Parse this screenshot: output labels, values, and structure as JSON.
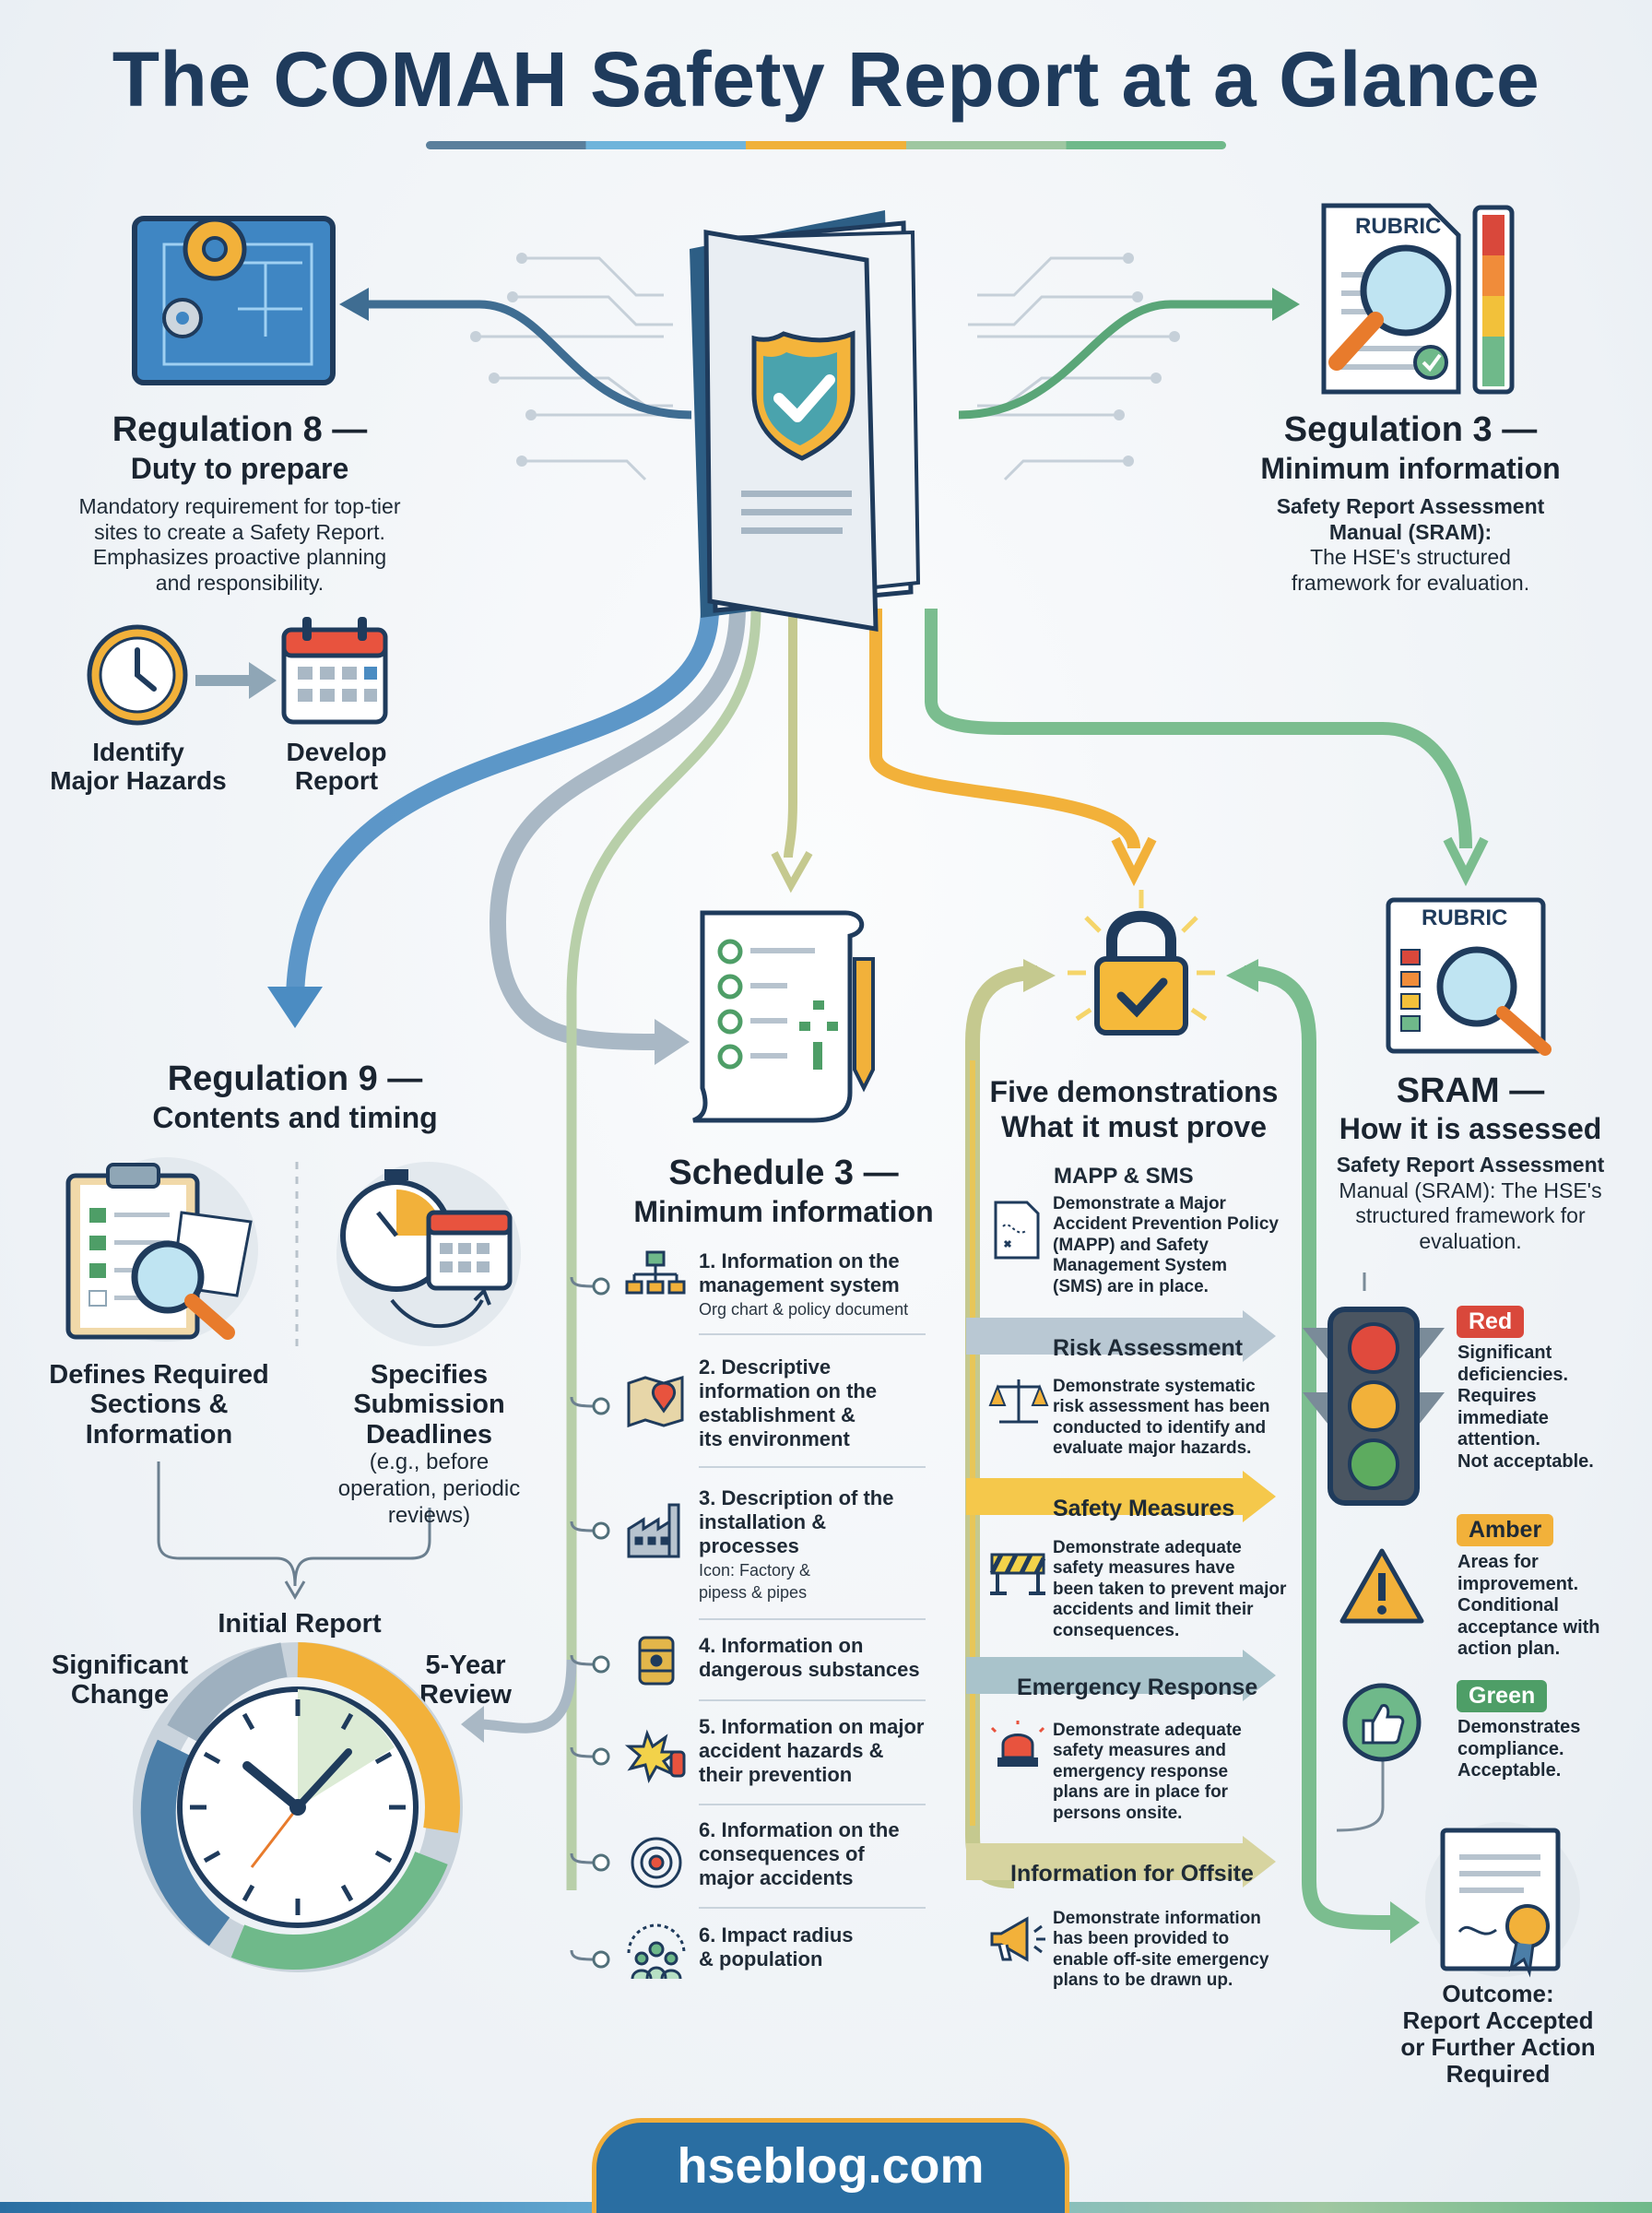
{
  "title": "The COMAH Safety Report at a Glance",
  "top_left": {
    "heading": "Regulation 8 —",
    "subheading": "Duty to prepare",
    "body": [
      "Mandatory requirement for top-tier",
      "sites to create a Safety Report.",
      "Emphasizes proactive planning",
      "and responsibility."
    ],
    "steps": [
      {
        "icon": "clock-icon",
        "label": [
          "Identify",
          "Major Hazards"
        ]
      },
      {
        "icon": "calendar-icon",
        "label": [
          "Develop",
          "Report"
        ]
      }
    ]
  },
  "top_right": {
    "rubric_label": "RUBRIC",
    "heading": "Segulation 3 —",
    "subheading": "Minimum information",
    "body_bold": [
      "Safety Report Assessment",
      "Manual (SRAM):"
    ],
    "body": [
      "The HSE's structured",
      "framework for evaluation."
    ]
  },
  "reg9": {
    "heading": "Regulation 9 —",
    "subheading": "Contents and timing",
    "left_label": [
      "Defines Required",
      "Sections &",
      "Information"
    ],
    "right_label": [
      "Specifies",
      "Submission",
      "Deadlines"
    ],
    "right_note": [
      "(e.g., before",
      "operation, periodic",
      "reviews)"
    ],
    "cycle": {
      "top": "Initial Report",
      "left": [
        "Significant",
        "Change"
      ],
      "right": [
        "5-Year",
        "Review"
      ]
    }
  },
  "schedule3": {
    "heading": "Schedule 3 —",
    "subheading": "Minimum information",
    "items": [
      {
        "icon": "org-chart-icon",
        "title": [
          "1. Information on the",
          "management system"
        ],
        "note": [
          "Org chart & policy document"
        ]
      },
      {
        "icon": "map-pin-icon",
        "title": [
          "2. Descriptive",
          "information on the",
          "establishment &",
          "its environment"
        ],
        "note": []
      },
      {
        "icon": "factory-icon",
        "title": [
          "3. Description of the",
          "installation &",
          "processes"
        ],
        "note": [
          "Icon: Factory &",
          "pipess & pipes"
        ]
      },
      {
        "icon": "barrel-icon",
        "title": [
          "4. Information on",
          "dangerous substances"
        ],
        "note": []
      },
      {
        "icon": "explosion-icon",
        "title": [
          "5. Information on major",
          "accident hazards &",
          "their prevention"
        ],
        "note": []
      },
      {
        "icon": "target-icon",
        "title": [
          "6. Information on the",
          "consequences of",
          "major accidents"
        ],
        "note": []
      },
      {
        "icon": "population-icon",
        "title": [
          "6. Impact radius",
          "& population"
        ],
        "note": []
      }
    ]
  },
  "demonstrations": {
    "heading": "Five demonstrations",
    "subheading": "What it must prove",
    "items": [
      {
        "label": "MAPP & SMS",
        "icon": "map-document-icon",
        "text": [
          "Demonstrate a Major",
          "Accident Prevention Policy",
          "(MAPP) and Safety",
          "Management System",
          "(SMS) are in place."
        ]
      },
      {
        "label": "Risk Assessment",
        "icon": "scales-icon",
        "text": [
          "Demonstrate systematic",
          "risk assessment has been",
          "conducted to identify and",
          "evaluate major hazards."
        ]
      },
      {
        "label": "Safety Measures",
        "icon": "barrier-icon",
        "text": [
          "Demonstrate adequate",
          "safety measures have",
          "been taken to prevent major",
          "accidents and limit their",
          "consequences."
        ]
      },
      {
        "label": "Emergency Response",
        "icon": "siren-icon",
        "text": [
          "Demonstrate adequate",
          "safety measures and",
          "emergency response",
          "plans are in place for",
          "persons onsite."
        ]
      },
      {
        "label": "Information for Offsite",
        "icon": "megaphone-icon",
        "text": [
          "Demonstrate information",
          "has been provided to",
          "enable off-site emergency",
          "plans to be drawn up."
        ]
      }
    ]
  },
  "sram": {
    "rubric_label": "RUBRIC",
    "heading": "SRAM —",
    "subheading": "How it is assessed",
    "body": [
      "Safety Report Assessment",
      "Manual (SRAM): The HSE's",
      "structured framework for",
      "evaluation."
    ],
    "ratings": [
      {
        "badge": "Red",
        "color": "#d9483b",
        "text": [
          "Significant",
          "deficiencies.",
          "Requires",
          "immediate",
          "attention.",
          "Not acceptable."
        ]
      },
      {
        "badge": "Amber",
        "color": "#f2b13a",
        "text": [
          "Areas for",
          "improvement.",
          "Conditional",
          "acceptance with",
          "action plan."
        ]
      },
      {
        "badge": "Green",
        "color": "#4e9e67",
        "text": [
          "Demonstrates",
          "compliance.",
          "Acceptable."
        ]
      }
    ],
    "outcome": [
      "Outcome:",
      "Report Accepted",
      "or Further Action",
      "Required"
    ]
  },
  "footer": "hseblog.com",
  "colors": {
    "navy": "#1f3b5c",
    "blue": "#4b8cc2",
    "amber": "#f2b13a",
    "green": "#6fb98a",
    "slate": "#9eb0bf"
  }
}
